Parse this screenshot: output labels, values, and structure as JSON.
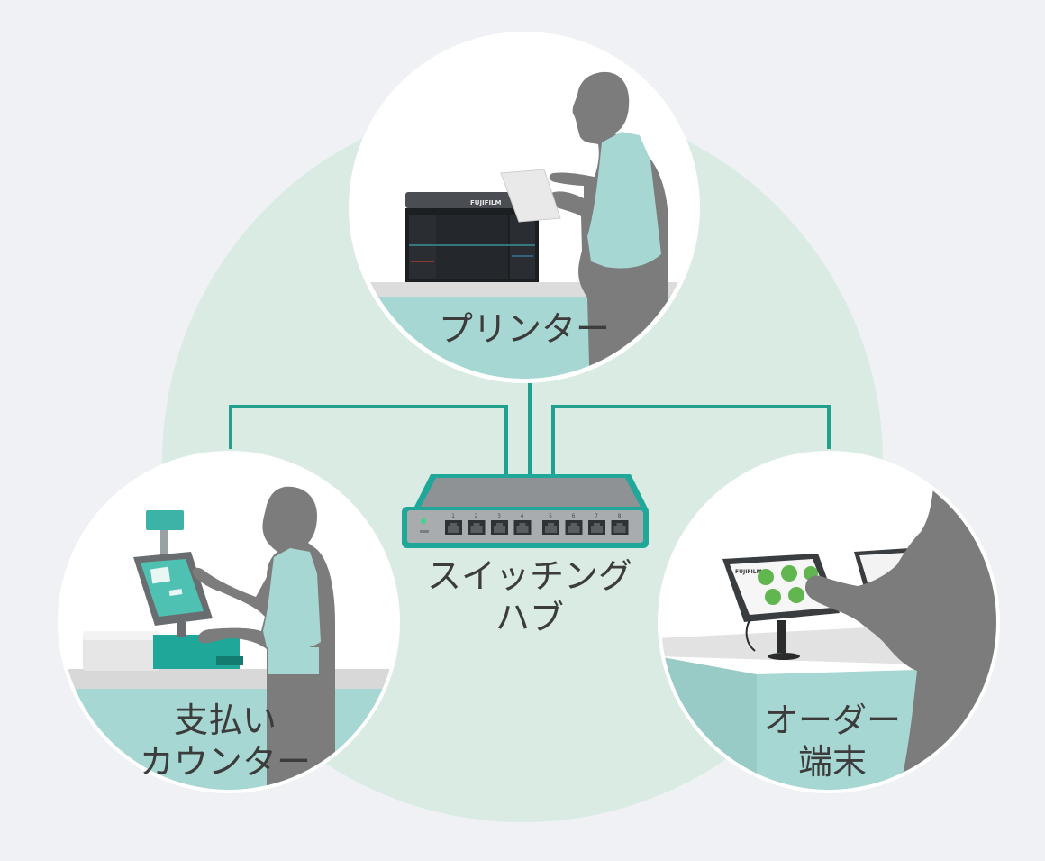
{
  "nodes": {
    "printer": {
      "label": "プリンター",
      "brand": "FUJIFILM"
    },
    "counter": {
      "label_line1": "支払い",
      "label_line2": "カウンター"
    },
    "order": {
      "label_line1": "オーダー",
      "label_line2": "端末",
      "brand": "FUJIFILM"
    },
    "hub": {
      "label_line1": "スイッチング",
      "label_line2": "ハブ",
      "ports": [
        "1",
        "2",
        "3",
        "4",
        "5",
        "6",
        "7",
        "8"
      ]
    }
  },
  "colors": {
    "background": "#eff1f4",
    "network_circle": "#d9ebe3",
    "link_line": "#21a08d",
    "counter_top": "#a6d7d2",
    "silhouette": "#7c7c7c",
    "accent_teal": "#1fa79a"
  }
}
